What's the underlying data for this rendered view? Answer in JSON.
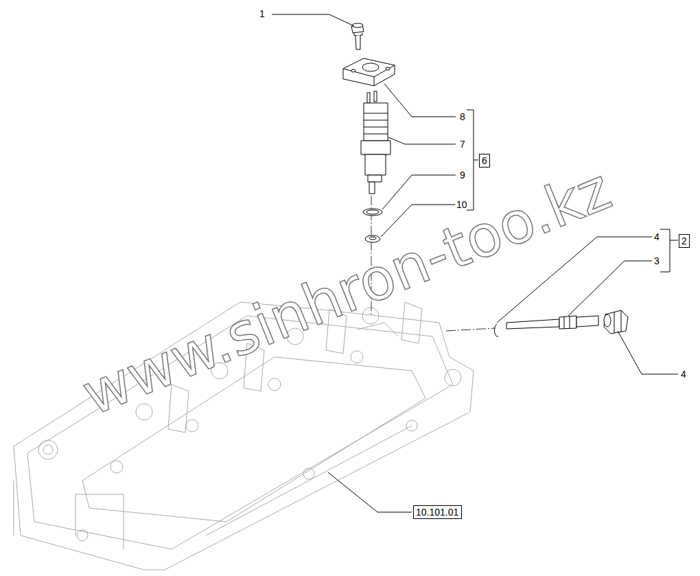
{
  "diagram": {
    "nodes": [
      {
        "text": [
          "6"
        ]
      },
      {
        "text": [
          "2"
        ]
      },
      {
        "text": [
          "10.101.01"
        ]
      }
    ],
    "labels": [
      "1",
      "8",
      "7",
      "9",
      "10",
      "4",
      "3",
      "4",
      "www.sinhron-too.kz"
    ]
  }
}
